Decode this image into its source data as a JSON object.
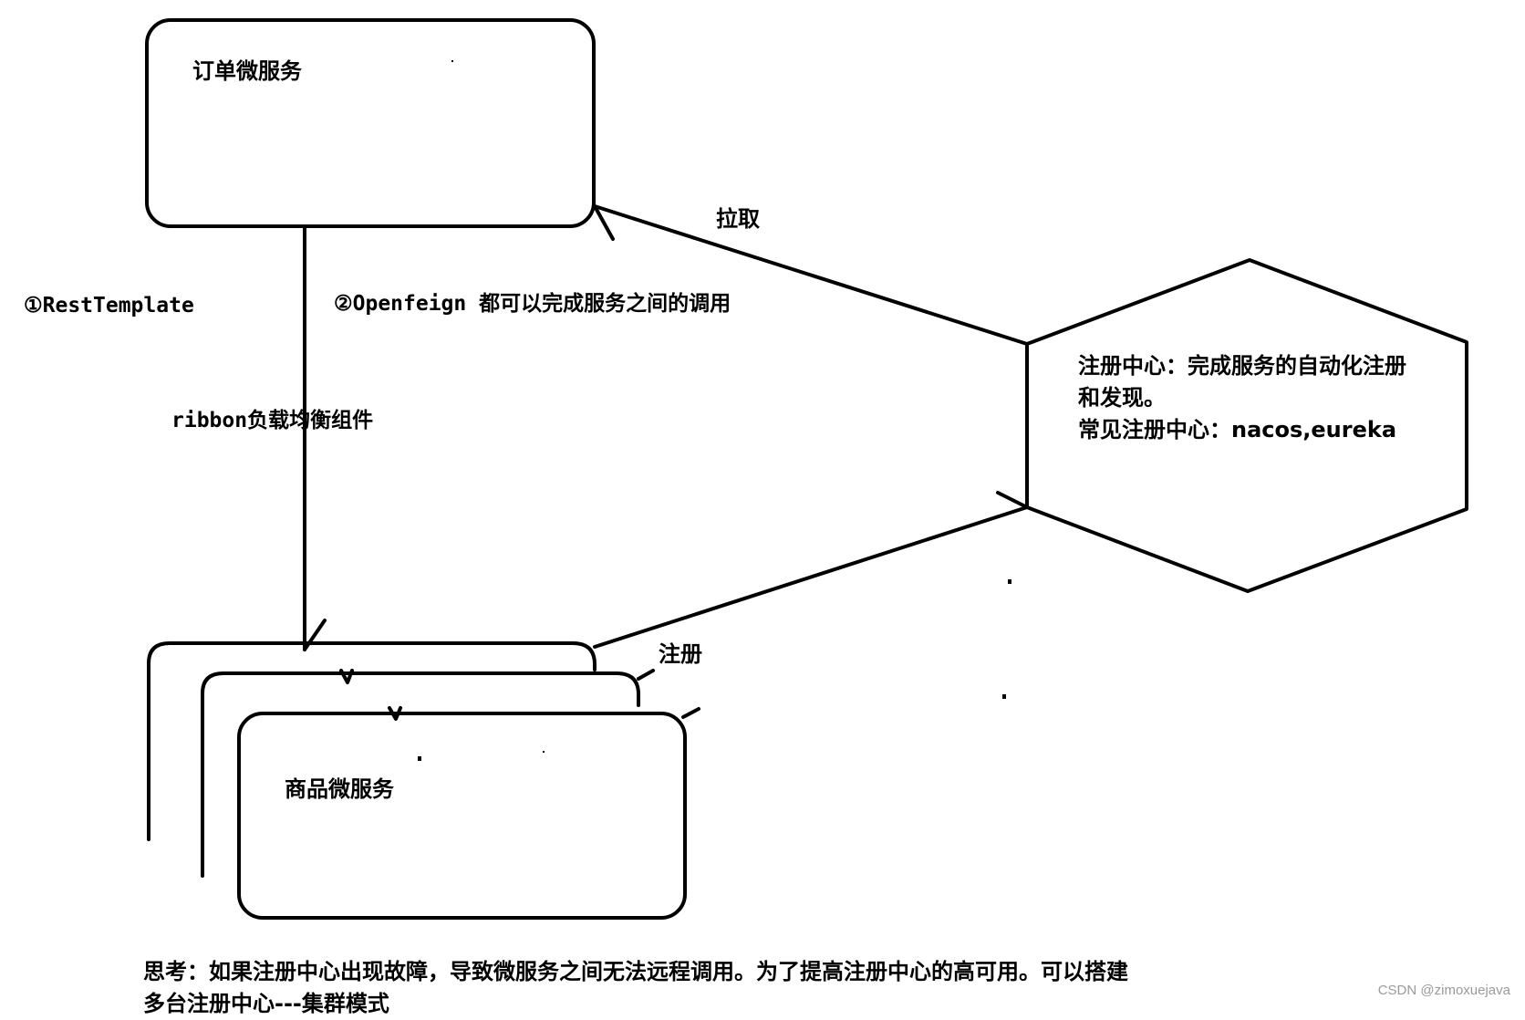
{
  "nodes": {
    "order_service": {
      "label": "订单微服务"
    },
    "product_service": {
      "label": "商品微服务"
    },
    "registry": {
      "lines": [
        "注册中心：完成服务的自动化注册",
        "和发现。",
        "常见注册中心：nacos,eureka"
      ]
    }
  },
  "edges": {
    "pull": {
      "label": "拉取"
    },
    "register": {
      "label": "注册"
    }
  },
  "notes": {
    "rest_template": "①RestTemplate",
    "openfeign": "②Openfeign 都可以完成服务之间的调用",
    "ribbon": "ribbon负载均衡组件"
  },
  "footer": {
    "lines": [
      "思考：如果注册中心出现故障，导致微服务之间无法远程调用。为了提高注册中心的高可用。可以搭建",
      "多台注册中心---集群模式"
    ]
  },
  "watermark": "CSDN @zimoxuejava",
  "colors": {
    "stroke": "#000000",
    "background": "#ffffff",
    "watermark": "#9a9a9a"
  }
}
